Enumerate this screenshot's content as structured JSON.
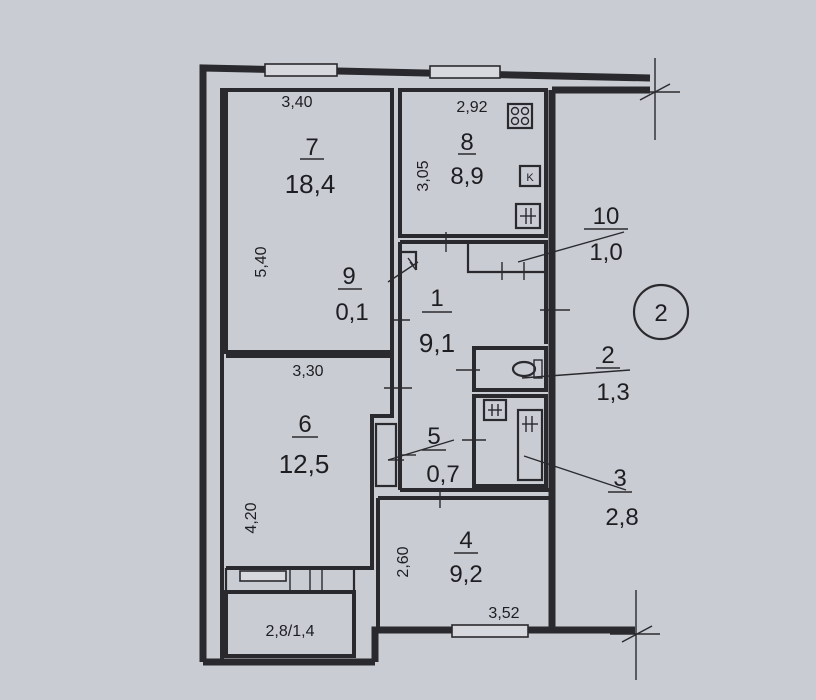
{
  "section_number": "2",
  "rooms": [
    {
      "id": "7",
      "area": "18,4"
    },
    {
      "id": "8",
      "area": "8,9"
    },
    {
      "id": "10",
      "area": "1,0"
    },
    {
      "id": "9",
      "area": "0,1"
    },
    {
      "id": "1",
      "area": "9,1"
    },
    {
      "id": "2",
      "area": "1,3"
    },
    {
      "id": "6",
      "area": "12,5"
    },
    {
      "id": "5",
      "area": "0,7"
    },
    {
      "id": "3",
      "area": "2,8"
    },
    {
      "id": "4",
      "area": "9,2"
    }
  ],
  "dimensions": {
    "room7_width": "3,40",
    "room7_length": "5,40",
    "room8_width": "2,92",
    "room8_length": "3,05",
    "room6_width": "3,30",
    "room6_length": "4,20",
    "room4_length": "2,60",
    "room4_width": "3,52",
    "balcony": "2,8/1,4"
  },
  "kitchen_marker": "K"
}
